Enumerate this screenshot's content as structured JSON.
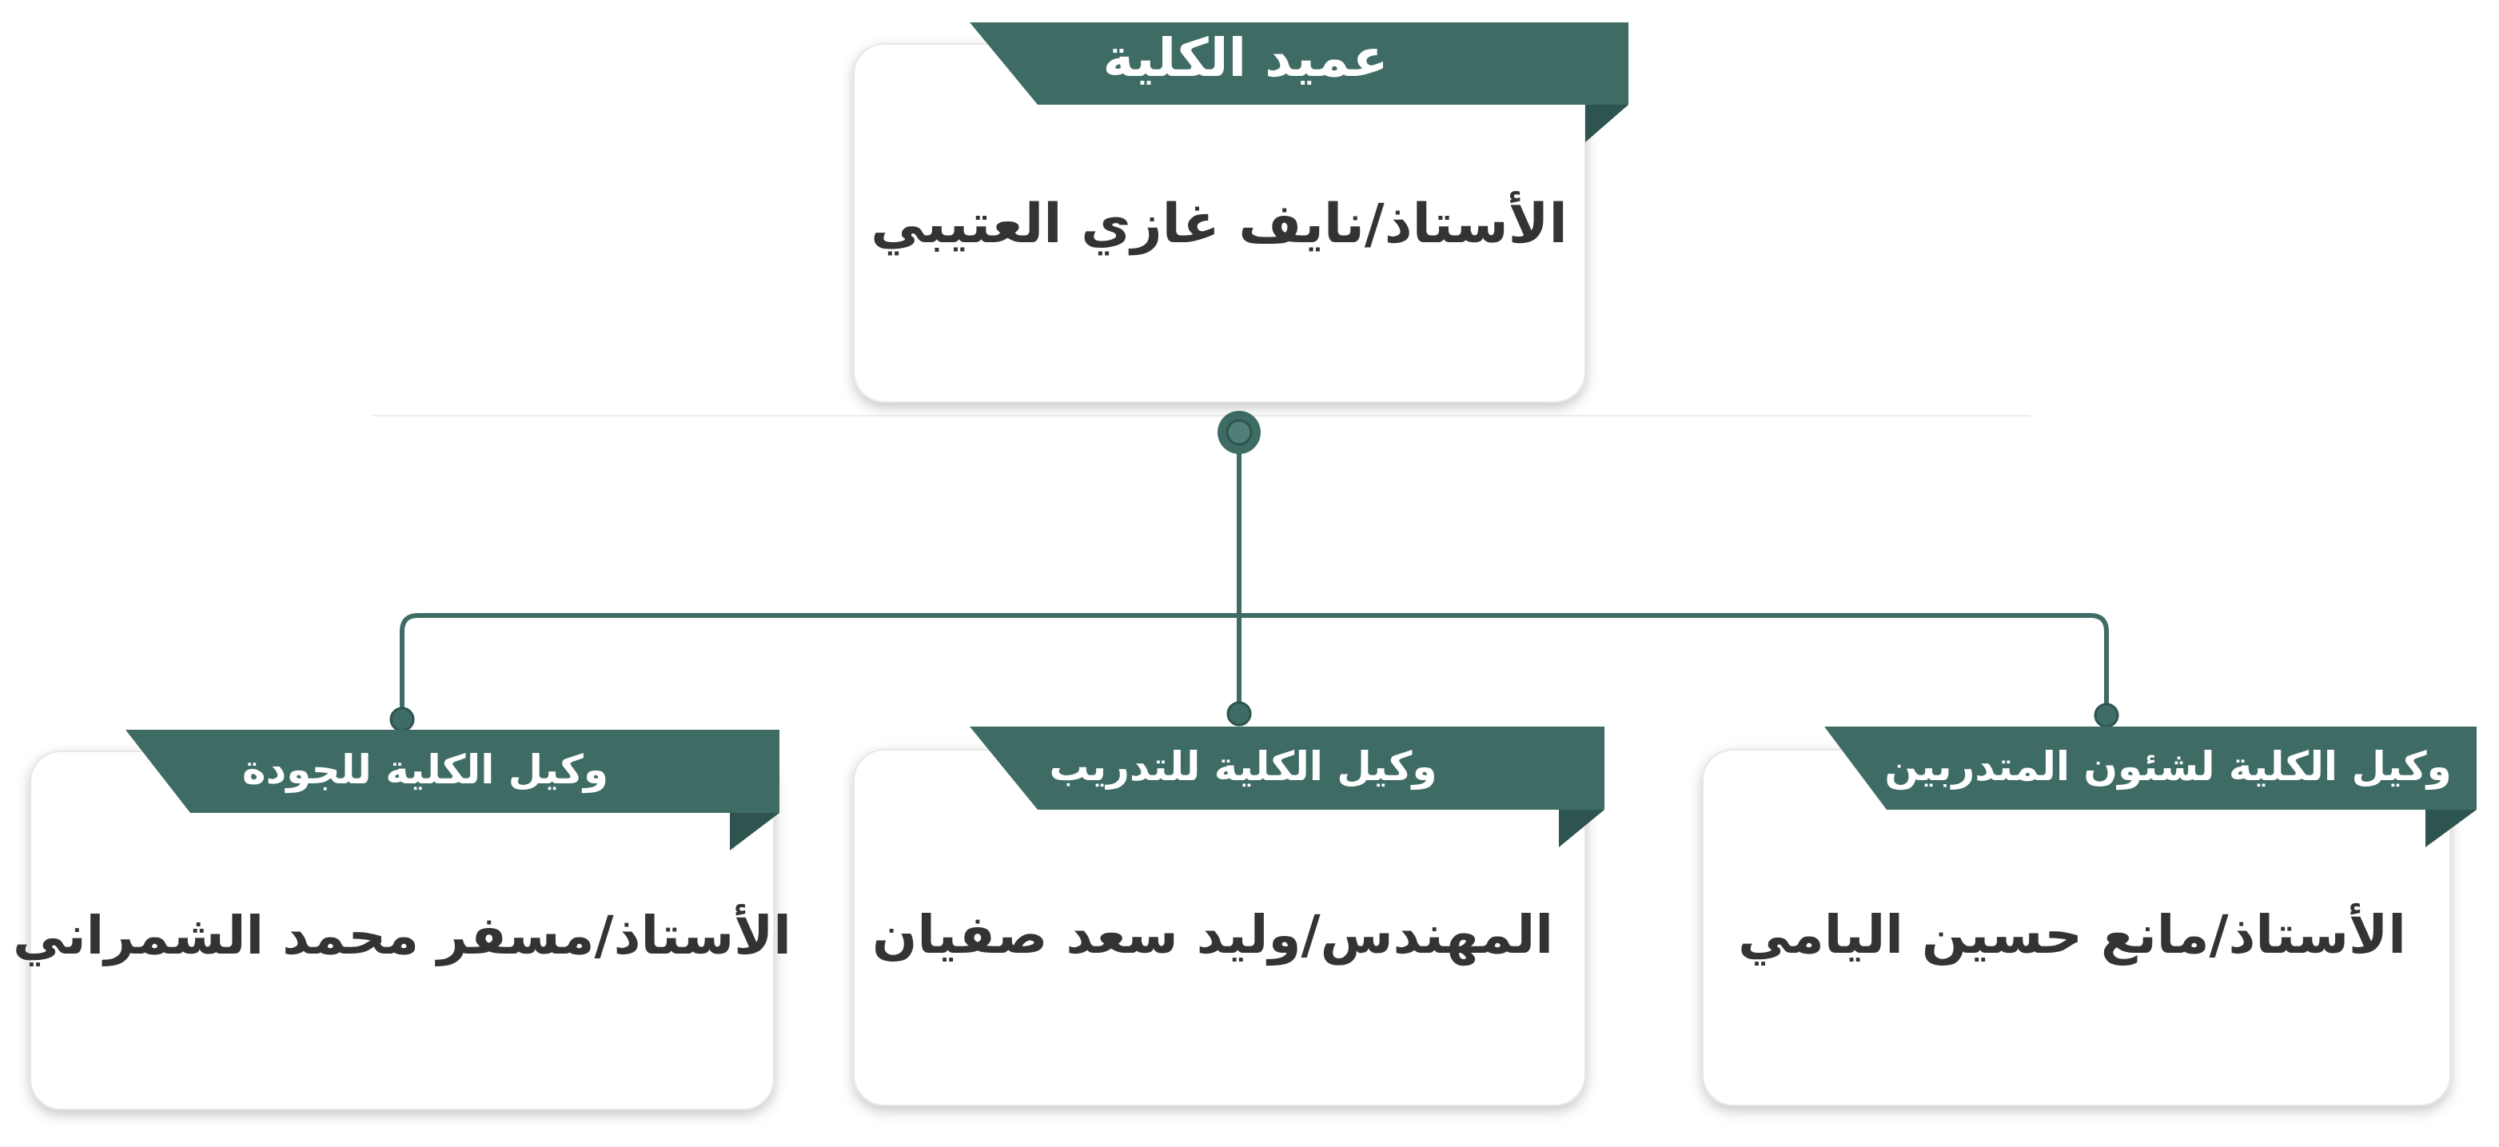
{
  "colors": {
    "banner": "#3e6c65",
    "banner_fold": "#2d544e",
    "card_background": "#ffffff",
    "name_text": "#333333",
    "title_text": "#ffffff",
    "connector": "#3e6c65"
  },
  "root": {
    "title": "عميد الكلية",
    "name": "الأستاذ/نايف غازي العتيبي"
  },
  "children": [
    {
      "title": "وكيل الكلية لشئون المتدربين",
      "name": "الأستاذ/مانع حسين اليامي"
    },
    {
      "title": "وكيل الكلية للتدريب",
      "name": "المهندس/وليد سعد صفيان"
    },
    {
      "title": "وكيل الكلية للجودة",
      "name": "الأستاذ/مسفر محمد الشمراني"
    }
  ]
}
